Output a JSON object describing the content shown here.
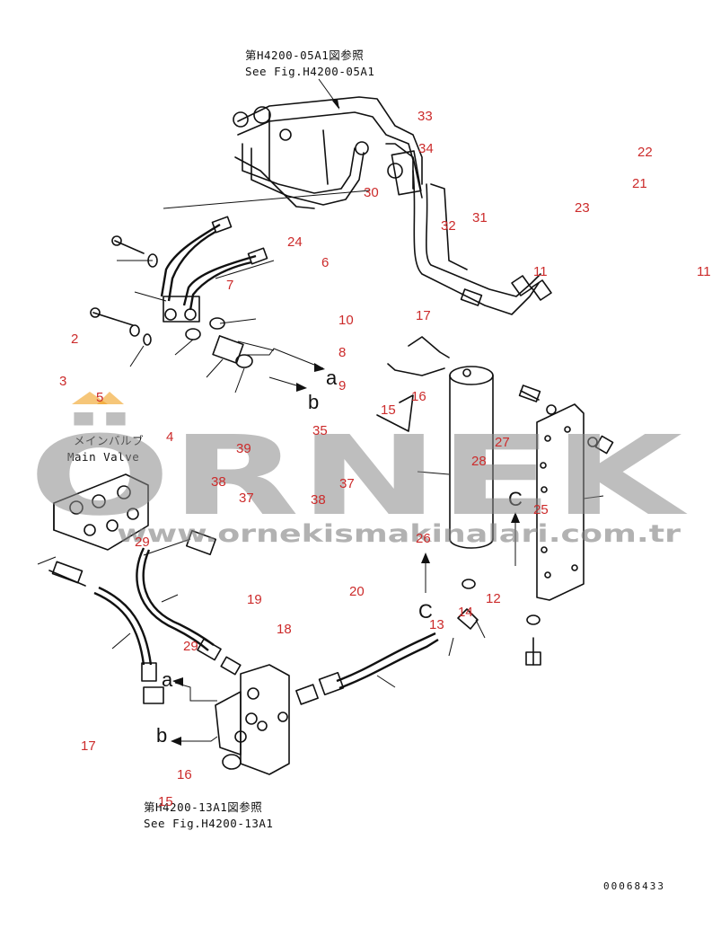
{
  "refs": {
    "top_jp": "第H4200-05A1図参照",
    "top_en": "See Fig.H4200-05A1",
    "bottom_jp": "第H4200-13A1図参照",
    "bottom_en": "See Fig.H4200-13A1",
    "main_valve_jp": "メインバルブ",
    "main_valve_en": "Main Valve"
  },
  "view_letters": {
    "a1": "a",
    "b1": "b",
    "a2": "a",
    "b2": "b",
    "c1": "C",
    "c2": "C"
  },
  "callouts": [
    "33",
    "34",
    "22",
    "21",
    "23",
    "30",
    "32",
    "31",
    "24",
    "6",
    "11",
    "11",
    "7",
    "10",
    "17",
    "2",
    "8",
    "3",
    "9",
    "16",
    "15",
    "4",
    "39",
    "35",
    "27",
    "28",
    "38",
    "37",
    "37",
    "38",
    "25",
    "26",
    "12",
    "20",
    "19",
    "18",
    "13",
    "14",
    "17",
    "16",
    "15",
    "29",
    "29",
    "5"
  ],
  "watermark": {
    "brand": "ÖRNEK",
    "site": "www.ornekismakinalari.com.tr"
  },
  "drawing_code": "00068433",
  "colors": {
    "callout": "#cc2b2b",
    "line": "#111111",
    "watermark": "#8a8a8a",
    "accent_orange": "#f0a020"
  }
}
